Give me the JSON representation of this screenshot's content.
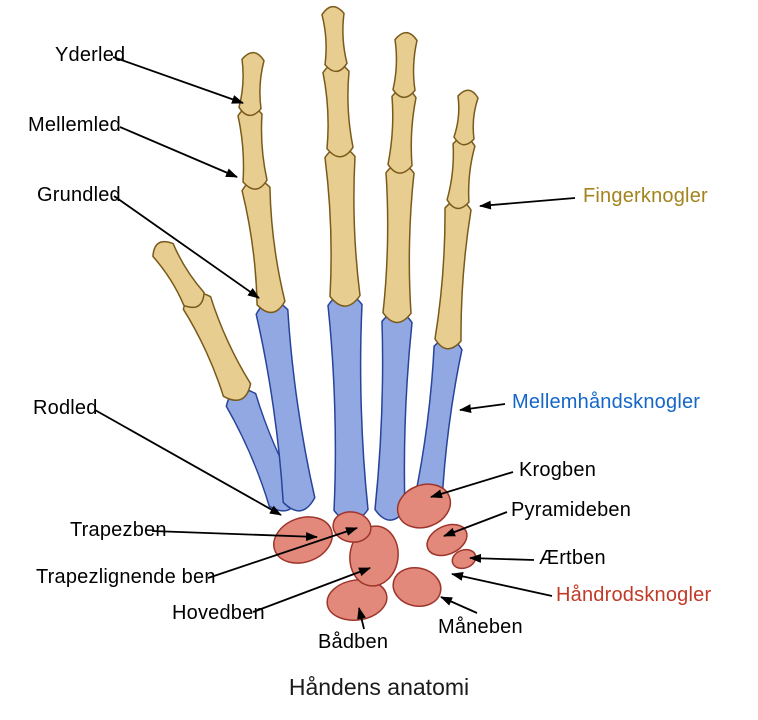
{
  "title": "Håndens anatomi",
  "labels": {
    "yderled": "Yderled",
    "mellemled": "Mellemled",
    "grundled": "Grundled",
    "fingerknogler": "Fingerknogler",
    "rodled": "Rodled",
    "mellemhandsknogler": "Mellemhåndsknogler",
    "krogben": "Krogben",
    "pyramideben": "Pyramideben",
    "trapezben": "Trapezben",
    "aertben": "Ærtben",
    "trapezlignende": "Trapezlignende ben",
    "handrodsknogler": "Håndrodsknogler",
    "hovedben": "Hovedben",
    "badben": "Bådben",
    "maneben": "Måneben"
  },
  "colors": {
    "finger_bones_label": "#a3841c",
    "metacarpal_label": "#1467c8",
    "carpal_label": "#c13a28",
    "bone_tan": "#e7cd90",
    "bone_blue": "#92a8e2",
    "bone_red": "#e2897b"
  }
}
